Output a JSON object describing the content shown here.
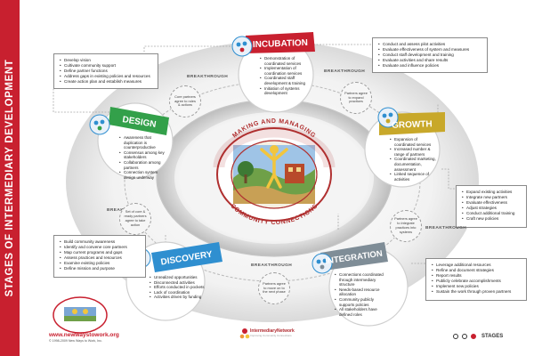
{
  "sidebar": {
    "title": "STAGES OF INTERMEDIARY DEVELOPMENT"
  },
  "center": {
    "arc_top": "MAKING AND MANAGING",
    "arc_bottom": "COMMUNITY CONNECTIONS"
  },
  "stages": {
    "incubation": {
      "label": "INCUBATION",
      "color": "#c8202f",
      "inner": [
        "Demonstration of coordinated services",
        "Implementation of coordination services",
        "Coordinated staff development & training",
        "Initiation of systems development"
      ],
      "box": [
        "Conduct and assess pilot activities",
        "Evaluate effectiveness of system and measures",
        "Conduct staff development and training",
        "Evaluate activities and share results",
        "Evaluate and influence policies"
      ]
    },
    "design": {
      "label": "DESIGN",
      "color": "#33a04a",
      "inner": [
        "Awareness that duplication is counterproductive",
        "Consensus among key stakeholders",
        "Collaboration among partners",
        "Connection system design underway"
      ],
      "box": [
        "Develop vision",
        "Cultivate community support",
        "Define partner functions",
        "Address gaps in existing policies and resources",
        "Create action plan and establish measures"
      ]
    },
    "growth": {
      "label": "GROWTH",
      "color": "#c8a82a",
      "inner": [
        "Expansion of coordinated services",
        "Increased number & range of partners",
        "Coordinated marketing, documentation, assessment",
        "Linked sequence of activities"
      ],
      "box": [
        "Expand existing activities",
        "Integrate new partners",
        "Evaluate effectiveness",
        "Adjust strategies",
        "Conduct additional training",
        "Craft new policies"
      ]
    },
    "discovery": {
      "label": "DISCOVERY",
      "color": "#2f8fd0",
      "inner": [
        "Unrealized opportunities",
        "Disconnected activities",
        "Efforts conducted in pockets",
        "Lack of coordination",
        "Activities driven by funding"
      ],
      "box": [
        "Build community awareness",
        "Identify and convene core partners",
        "Map current programs and gaps",
        "Assess practices and resources",
        "Examine existing policies",
        "Define mission and purpose"
      ]
    },
    "integration": {
      "label": "INTEGRATION",
      "color": "#7f8d97",
      "inner": [
        "Connections coordinated through intermediary structure",
        "Needs-based resource allocation",
        "Community publicly supports policies",
        "All stakeholders have defined roles"
      ],
      "box": [
        "Leverage additional resources",
        "Refine and document strategies",
        "Report results",
        "Publicly celebrate accomplishments",
        "Implement new policies",
        "Sustain the work through proven partners"
      ]
    }
  },
  "breakthroughs": {
    "label": "BREAKTHROUGH",
    "top_left": "Core partners agree to roles & actions",
    "top_right": "Partners agree to expand practices",
    "left": "Set of core & ready partners agree to take action",
    "right": "Partners agree to integrate practices into systems",
    "bottom": "Partners agree to move on to the next phase"
  },
  "footer": {
    "website": "www.newwaystowork.org",
    "copyright": "© 1998-2009 New Ways to Work, Inc.",
    "network_name": "IntermediaryNetwork",
    "network_tagline": "Improving Community Connections",
    "stages_label": "STAGES"
  }
}
